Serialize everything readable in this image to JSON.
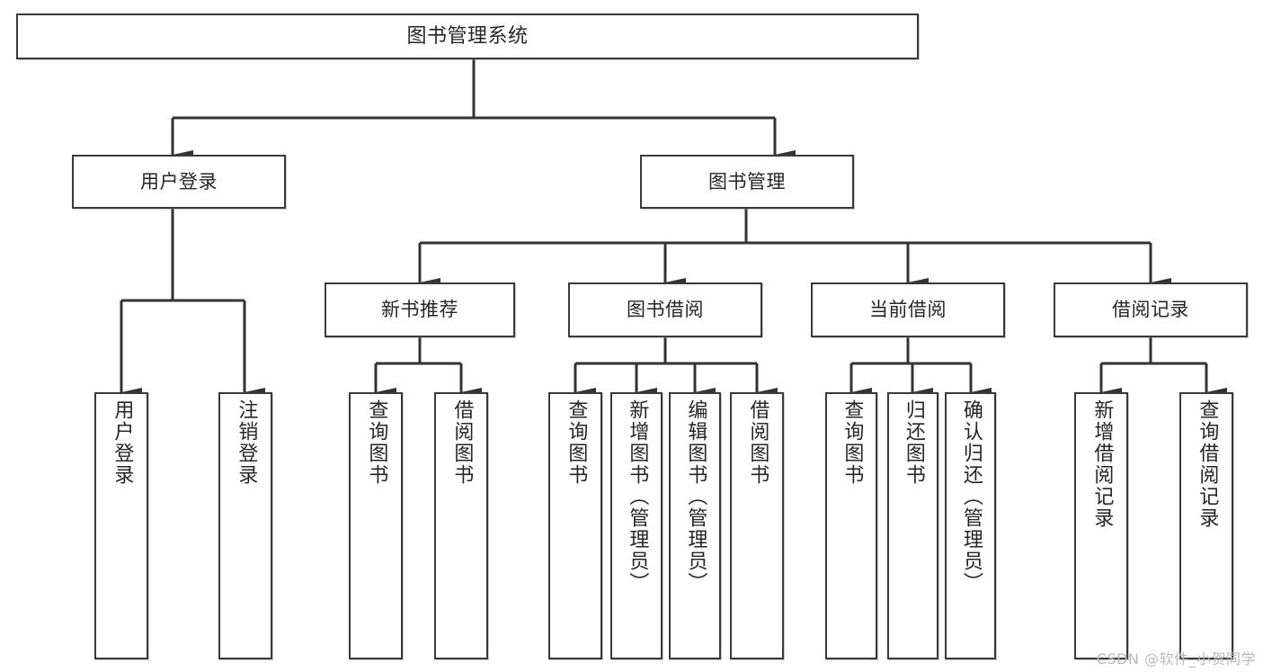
{
  "diagram": {
    "type": "tree",
    "title": "图书管理系统",
    "orientation": "top-down",
    "colors": {
      "box_border": "#3a3a3a",
      "box_fill": "#ffffff",
      "connector": "#333333",
      "text": "#262626",
      "canvas": "#ffffff",
      "watermark": "#b9b9b9"
    },
    "levels": 4,
    "nodes": {
      "root": {
        "label": "图书管理系统",
        "level": 0
      },
      "l1": [
        {
          "id": "user-login",
          "label": "用户登录",
          "level": 1
        },
        {
          "id": "book-manage",
          "label": "图书管理",
          "level": 1
        }
      ],
      "l2": [
        {
          "id": "new-book-recommend",
          "label": "新书推荐",
          "level": 2,
          "parent": "book-manage"
        },
        {
          "id": "book-borrow",
          "label": "图书借阅",
          "level": 2,
          "parent": "book-manage"
        },
        {
          "id": "current-borrow",
          "label": "当前借阅",
          "level": 2,
          "parent": "book-manage"
        },
        {
          "id": "borrow-record",
          "label": "借阅记录",
          "level": 2,
          "parent": "book-manage"
        }
      ],
      "leaves": [
        {
          "id": "leaf-user-login",
          "label": "用户登录",
          "parent": "user-login"
        },
        {
          "id": "leaf-user-logout",
          "label": "注销登录",
          "parent": "user-login"
        },
        {
          "id": "leaf-query-book-1",
          "label": "查询图书",
          "parent": "new-book-recommend"
        },
        {
          "id": "leaf-borrow-book-1",
          "label": "借阅图书",
          "parent": "new-book-recommend"
        },
        {
          "id": "leaf-query-book-2",
          "label": "查询图书",
          "parent": "book-borrow"
        },
        {
          "id": "leaf-add-book",
          "label": "新增图书（管理员）",
          "parent": "book-borrow"
        },
        {
          "id": "leaf-edit-book",
          "label": "编辑图书（管理员）",
          "parent": "book-borrow"
        },
        {
          "id": "leaf-borrow-book-2",
          "label": "借阅图书",
          "parent": "book-borrow"
        },
        {
          "id": "leaf-query-book-3",
          "label": "查询图书",
          "parent": "current-borrow"
        },
        {
          "id": "leaf-return-book",
          "label": "归还图书",
          "parent": "current-borrow"
        },
        {
          "id": "leaf-confirm-return",
          "label": "确认归还（管理员）",
          "parent": "current-borrow"
        },
        {
          "id": "leaf-add-record",
          "label": "新增借阅记录",
          "parent": "borrow-record"
        },
        {
          "id": "leaf-query-record",
          "label": "查询借阅记录",
          "parent": "borrow-record"
        }
      ]
    }
  },
  "watermark": {
    "text": "CSDN @软件_小贺同学"
  }
}
